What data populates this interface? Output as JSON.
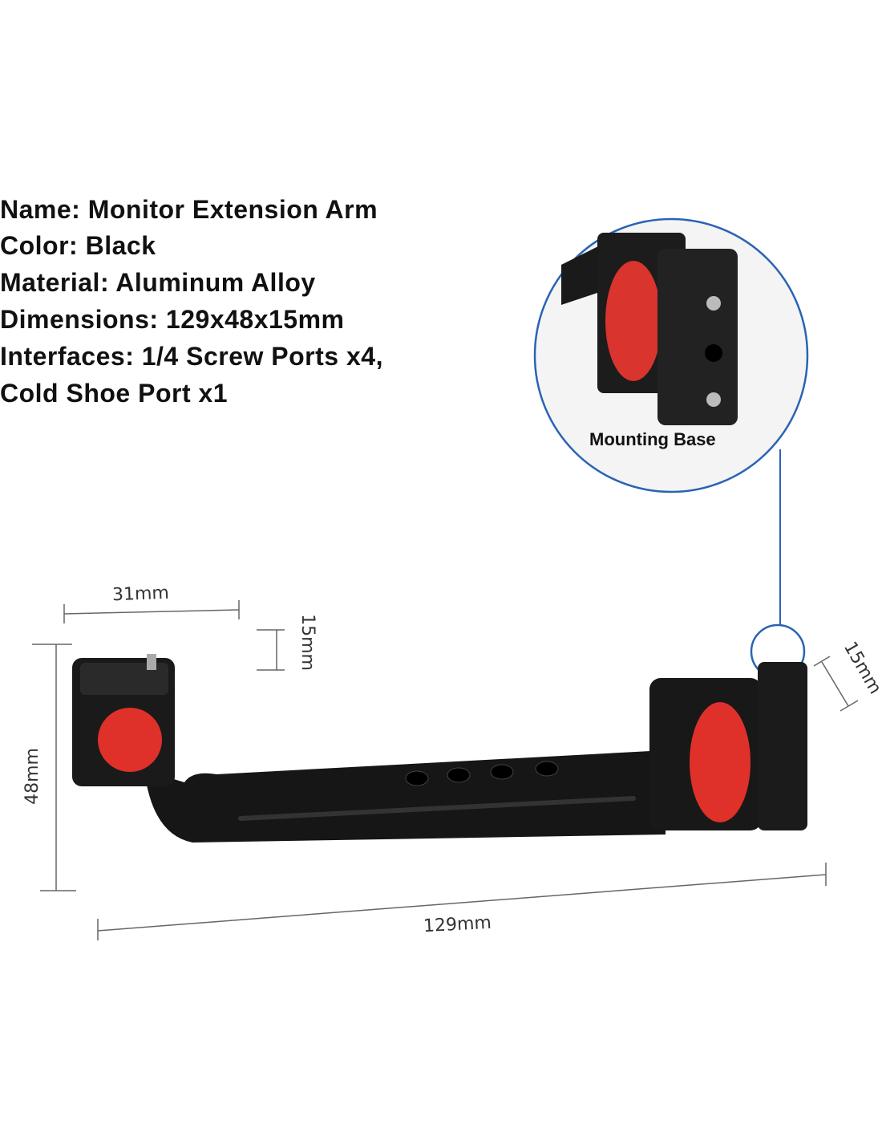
{
  "specs": [
    "Name: Monitor Extension Arm",
    "Color: Black",
    "Material: Aluminum Alloy",
    "Dimensions: 129x48x15mm",
    "Interfaces: 1/4 Screw Ports x4,",
    "Cold Shoe Port x1"
  ],
  "callout": {
    "label": "Mounting Base"
  },
  "dimensions": {
    "top_width": "31mm",
    "top_depth": "15mm",
    "height": "48mm",
    "length": "129mm",
    "base_depth": "15mm"
  },
  "colors": {
    "callout_ring": "#2a63b4",
    "knob": "#e0302a",
    "body": "#111111"
  }
}
